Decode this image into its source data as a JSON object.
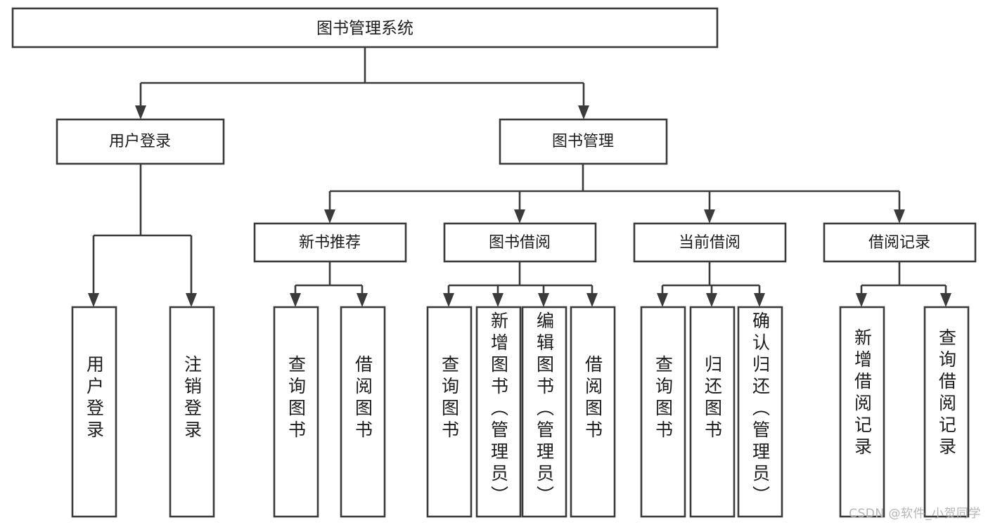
{
  "diagram": {
    "kind": "tree-hierarchy-diagram",
    "title": "图书管理系统",
    "background_color": "#ffffff",
    "line_color": "#3b3b3b",
    "text_color": "#1c1c1c"
  },
  "root": {
    "label": "图书管理系统"
  },
  "level2": [
    {
      "label": "用户登录"
    },
    {
      "label": "图书管理"
    }
  ],
  "level3": [
    {
      "label": "新书推荐"
    },
    {
      "label": "图书借阅"
    },
    {
      "label": "当前借阅"
    },
    {
      "label": "借阅记录"
    }
  ],
  "leaves": {
    "user_login": [
      {
        "label": "用户登录"
      },
      {
        "label": "注销登录"
      }
    ],
    "new_book": [
      {
        "label": "查询图书"
      },
      {
        "label": "借阅图书"
      }
    ],
    "book_borrow": [
      {
        "label": "查询图书"
      },
      {
        "label": "新增图书（管理员）"
      },
      {
        "label": "编辑图书（管理员）"
      },
      {
        "label": "借阅图书"
      }
    ],
    "current_borrow": [
      {
        "label": "查询图书"
      },
      {
        "label": "归还图书"
      },
      {
        "label": "确认归还（管理员）"
      }
    ],
    "borrow_record": [
      {
        "label": "新增借阅记录"
      },
      {
        "label": "查询借阅记录"
      }
    ]
  },
  "watermark": {
    "text": "CSDN @软件_小贺同学"
  }
}
